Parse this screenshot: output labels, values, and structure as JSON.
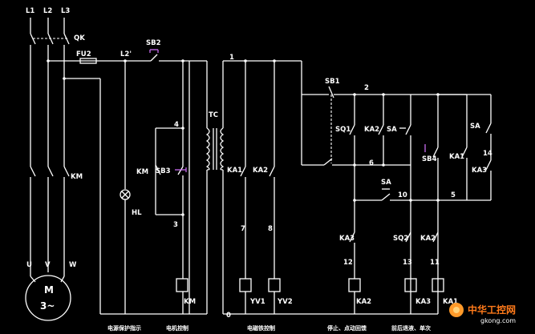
{
  "labels": {
    "L1": "L1",
    "L2": "L2",
    "L3": "L3",
    "QK": "QK",
    "FU2": "FU2",
    "L2p": "L2'",
    "SB2": "SB2",
    "n1": "1",
    "TC": "TC",
    "n4": "4",
    "KM_contact": "KM",
    "SB3": "SB3",
    "HL": "HL",
    "n3": "3",
    "KM_main": "KM",
    "U": "U",
    "V": "V",
    "W": "W",
    "motor_m": "M",
    "motor_3": "3~",
    "KM_coil": "KM",
    "n0": "0",
    "KA1_a": "KA1",
    "KA2_a": "KA2",
    "n7": "7",
    "n8": "8",
    "YV1": "YV1",
    "YV2": "YV2",
    "SB1": "SB1",
    "n2": "2",
    "SQ1": "SQ1",
    "KA2_b": "KA2",
    "SA_a": "SA",
    "n6": "6",
    "SA_b": "SA",
    "n10": "10",
    "SB4": "SB4",
    "KA1_b": "KA1",
    "n5": "5",
    "SA_c": "SA",
    "n14": "14",
    "KA3_a": "KA3",
    "KA3_b": "KA3",
    "SQ2": "SQ2",
    "KA2_c": "KA2",
    "n12": "12",
    "n13": "13",
    "n11": "11",
    "KA2_coil": "KA2",
    "KA3_coil": "KA3",
    "KA1_coil": "KA1"
  },
  "captions": {
    "c1": "电源保护指示",
    "c2": "电机控制",
    "c3": "电磁铁控制",
    "c4": "停止、点动回馈",
    "c5": "前后退液、单次"
  },
  "watermark": {
    "main": "中华工控网",
    "url": "gkong.com"
  }
}
